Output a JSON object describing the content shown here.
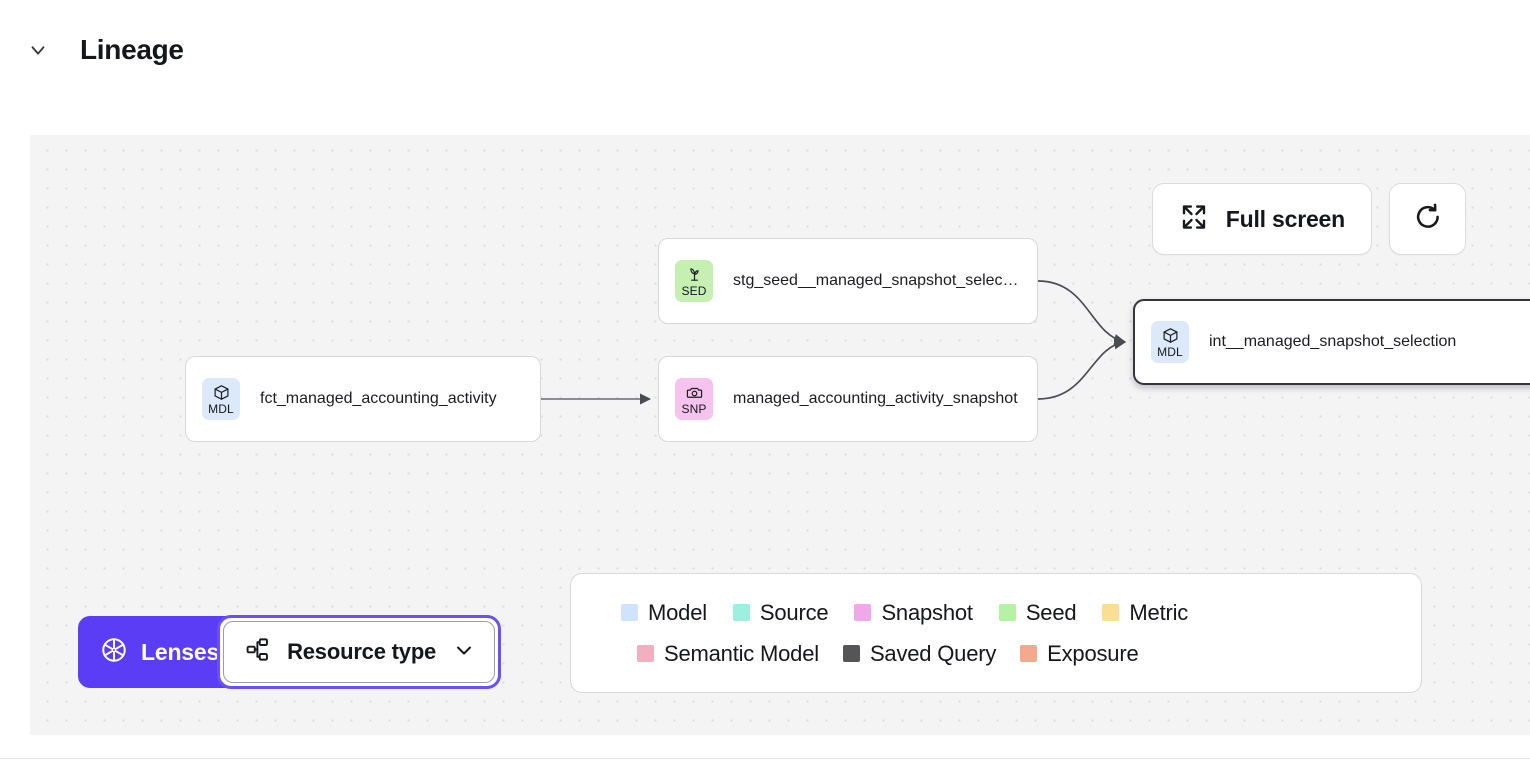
{
  "section": {
    "title": "Lineage",
    "collapse_icon": "chevron-down-icon",
    "expanded": true
  },
  "canvas": {
    "background_color": "#f4f4f5",
    "dot_color": "#dcdcdf"
  },
  "actions": {
    "fullscreen_label": "Full screen",
    "fullscreen_icon": "expand-arrows-icon",
    "refresh_icon": "refresh-icon",
    "refresh_label": ""
  },
  "graph": {
    "nodes": [
      {
        "id": "fct_managed_accounting_activity",
        "label": "fct_managed_accounting_activity",
        "type_abbr": "MDL",
        "type_name": "Model",
        "badge_icon": "cube-icon",
        "badge_color": "#dbe9fb",
        "selected": false
      },
      {
        "id": "stg_seed__managed_snapshot_selection",
        "label": "stg_seed__managed_snapshot_selecti...",
        "type_abbr": "SED",
        "type_name": "Seed",
        "badge_icon": "sprout-icon",
        "badge_color": "#c5f0b2",
        "selected": false
      },
      {
        "id": "managed_accounting_activity_snapshot",
        "label": "managed_accounting_activity_snapshot",
        "type_abbr": "SNP",
        "type_name": "Snapshot",
        "badge_icon": "camera-icon",
        "badge_color": "#f5c3ee",
        "selected": false
      },
      {
        "id": "int__managed_snapshot_selection",
        "label": "int__managed_snapshot_selection",
        "type_abbr": "MDL",
        "type_name": "Model",
        "badge_icon": "cube-icon",
        "badge_color": "#dbe9fb",
        "selected": true
      }
    ],
    "edges": [
      {
        "from": "fct_managed_accounting_activity",
        "to": "managed_accounting_activity_snapshot"
      },
      {
        "from": "stg_seed__managed_snapshot_selection",
        "to": "int__managed_snapshot_selection"
      },
      {
        "from": "managed_accounting_activity_snapshot",
        "to": "int__managed_snapshot_selection"
      }
    ]
  },
  "controls": {
    "lenses_label": "Lenses",
    "lenses_icon": "aperture-icon",
    "lenses_color": "#5b3df5",
    "resource_type_label": "Resource type",
    "resource_type_icon": "hierarchy-icon",
    "resource_type_chevron": "chevron-down-icon",
    "resource_type_focused": true,
    "focus_ring_color": "#6c4ff6"
  },
  "legend": {
    "row_1": [
      {
        "label": "Model",
        "color": "#cfe4fb"
      },
      {
        "label": "Source",
        "color": "#9df0de"
      },
      {
        "label": "Snapshot",
        "color": "#efa9e8"
      },
      {
        "label": "Seed",
        "color": "#b5f2a3"
      },
      {
        "label": "Metric",
        "color": "#fade93"
      }
    ],
    "row_2": [
      {
        "label": "Semantic Model",
        "color": "#f2afc0"
      },
      {
        "label": "Saved Query",
        "color": "#555558"
      },
      {
        "label": "Exposure",
        "color": "#f6a88c"
      }
    ]
  }
}
